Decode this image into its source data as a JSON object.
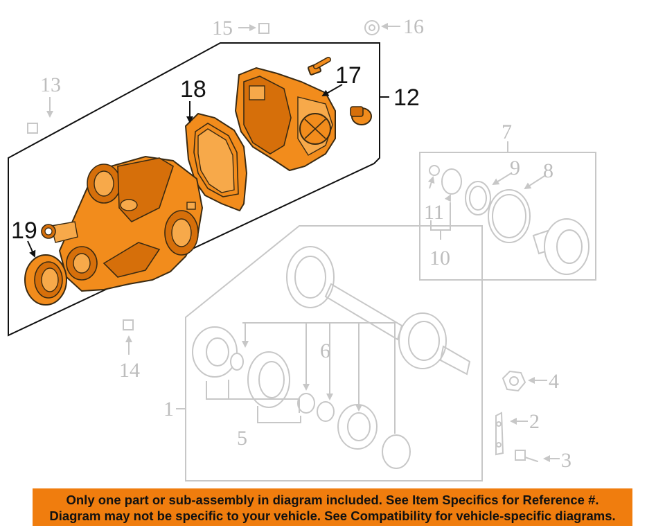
{
  "callouts": {
    "c1": "1",
    "c2": "2",
    "c3": "3",
    "c4": "4",
    "c5": "5",
    "c6": "6",
    "c7": "7",
    "c8": "8",
    "c9": "9",
    "c10": "10",
    "c11": "11",
    "c12": "12",
    "c13": "13",
    "c14": "14",
    "c15": "15",
    "c16": "16",
    "c17": "17",
    "c18": "18",
    "c19": "19"
  },
  "disclaimer": {
    "line1": "Only one part or sub-assembly in diagram included. See Item Specifics for Reference #.",
    "line2": "Diagram may not be specific to your vehicle. See Compatibility for vehicle-specific diagrams."
  },
  "colors": {
    "highlight": "#f28c1c",
    "banner": "#f07d0e",
    "faded": "#c7c7c7"
  }
}
